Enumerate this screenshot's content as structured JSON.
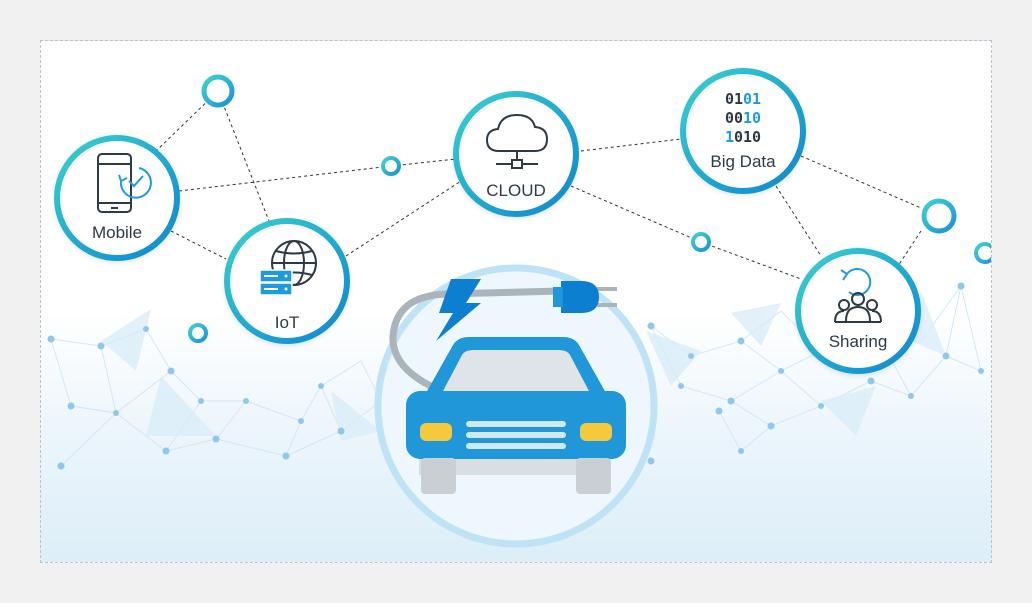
{
  "nodes": {
    "mobile": {
      "label": "Mobile"
    },
    "iot": {
      "label": "IoT"
    },
    "cloud": {
      "label": "CLOUD"
    },
    "big_data": {
      "label": "Big Data",
      "binary_rows": [
        "0101",
        "0010",
        "1010"
      ]
    },
    "sharing": {
      "label": "Sharing"
    }
  },
  "colors": {
    "ring_start": "#38d1cf",
    "ring_end": "#0c86d3",
    "car_blue": "#1f97d8",
    "bolt_blue": "#0d7fd0",
    "headlight": "#f4c93b",
    "network_dot": "#7ec6ea",
    "binary_highlight": "#1e9be0",
    "text": "#2f3a44"
  }
}
